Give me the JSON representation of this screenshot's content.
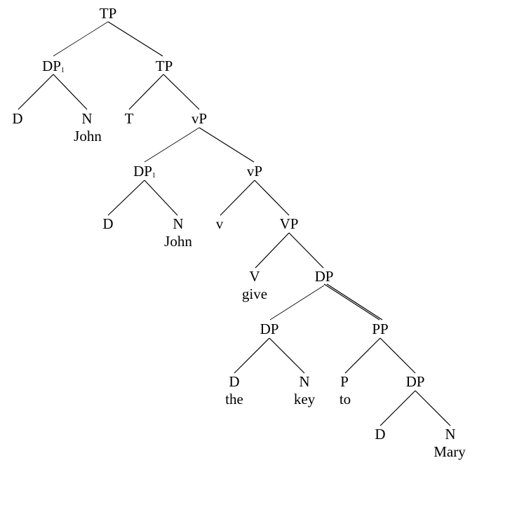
{
  "tree": {
    "root_tp": "TP",
    "tp_bar": "TP",
    "dp1_high": {
      "cat": "DP",
      "index": "1"
    },
    "d_high": "D",
    "n_high": {
      "cat": "N",
      "word": "John"
    },
    "t": "T",
    "vp_upper": "vP",
    "dp1_low": {
      "cat": "DP",
      "index": "1"
    },
    "vp_bar": "vP",
    "d_low": "D",
    "n_low": {
      "cat": "N",
      "word": "John"
    },
    "v_light": "v",
    "vp_big": "VP",
    "v_verb": {
      "cat": "V",
      "word": "give"
    },
    "dp_obj": "DP",
    "dp_the_key": "DP",
    "pp": "PP",
    "d_the": {
      "cat": "D",
      "word": "the"
    },
    "n_key": {
      "cat": "N",
      "word": "key"
    },
    "p_to": {
      "cat": "P",
      "word": "to"
    },
    "dp_mary": "DP",
    "d_mary": "D",
    "n_mary": {
      "cat": "N",
      "word": "Mary"
    }
  }
}
